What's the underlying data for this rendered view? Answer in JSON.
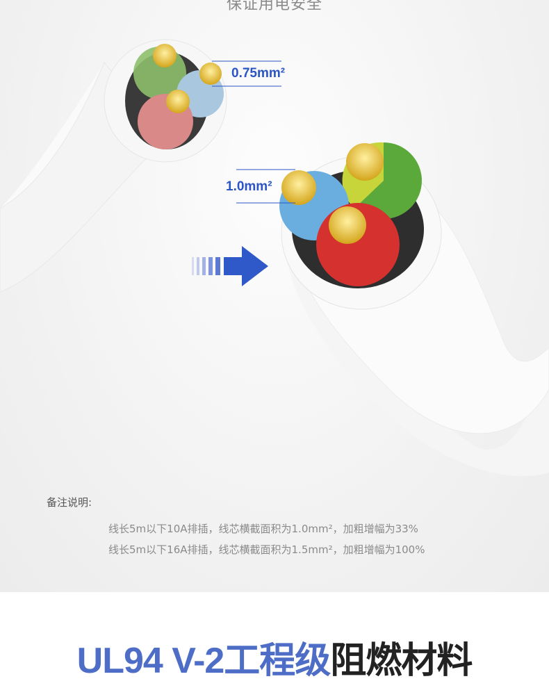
{
  "header": {
    "cut_title": "保证用电安全"
  },
  "labels": {
    "small": "0.75mm²",
    "large": "1.0mm²"
  },
  "notes": {
    "title": "备注说明:",
    "lines": [
      "线长5m以下10A排插，线芯横截面积为1.0mm²，加粗增幅为33%",
      "线长5m以下16A排插，线芯横截面积为1.5mm²，加粗增幅为100%"
    ]
  },
  "headline": {
    "blue": "UL94 V-2工程级",
    "dark": "阻燃材料"
  },
  "colors": {
    "accent": "#2b55c4",
    "headline_blue": "#4d6dc6"
  }
}
